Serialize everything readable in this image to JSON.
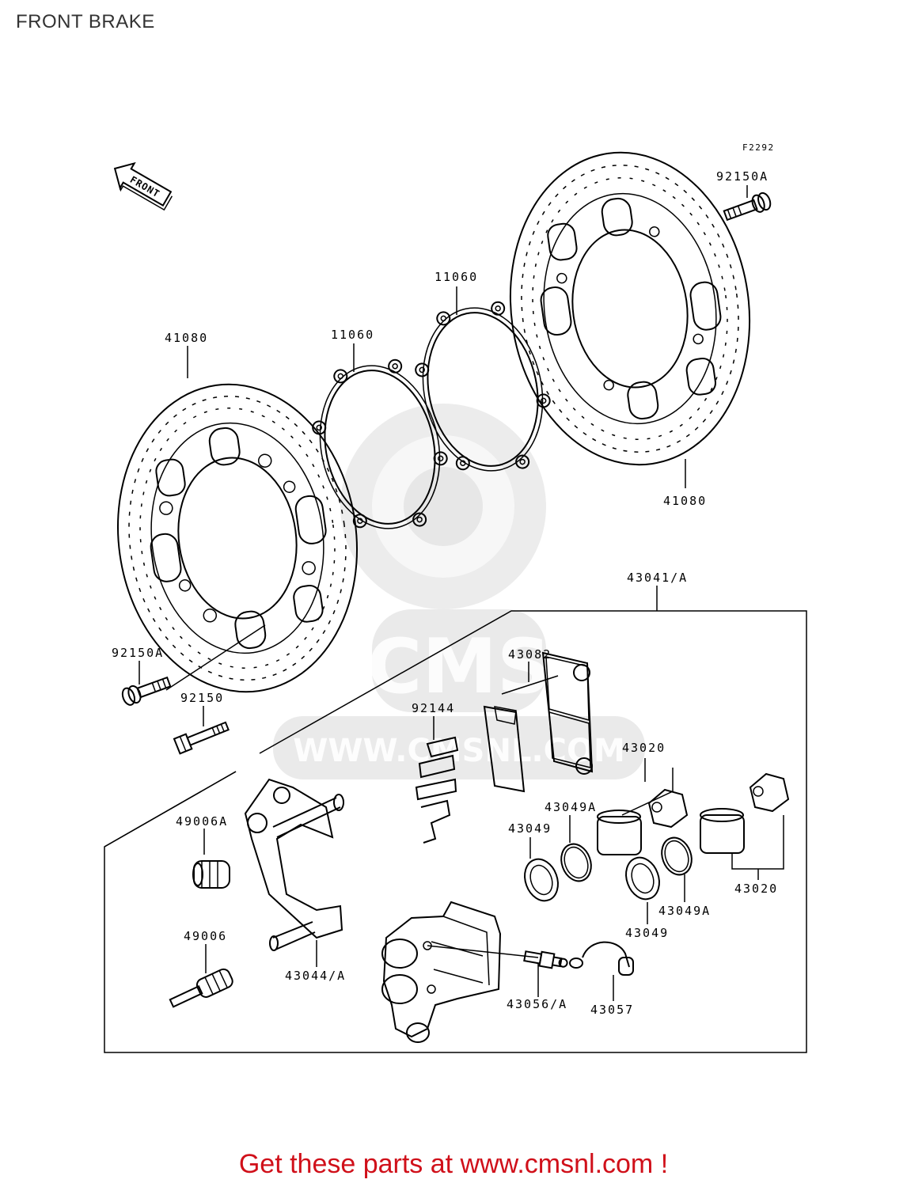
{
  "title": "FRONT BRAKE",
  "figure_code": "F2292",
  "front_arrow_text": "FRONT",
  "watermark": {
    "logo_text": "CMS",
    "url_text": "WWW.CMSNL.COM"
  },
  "parts": [
    {
      "id": "p-92150a-top",
      "number": "92150A"
    },
    {
      "id": "p-11060-right",
      "number": "11060"
    },
    {
      "id": "p-41080-left",
      "number": "41080"
    },
    {
      "id": "p-11060-left",
      "number": "11060"
    },
    {
      "id": "p-41080-right",
      "number": "41080"
    },
    {
      "id": "p-43041",
      "number": "43041/A"
    },
    {
      "id": "p-43082",
      "number": "43082"
    },
    {
      "id": "p-92150a-left",
      "number": "92150A"
    },
    {
      "id": "p-92150",
      "number": "92150"
    },
    {
      "id": "p-92144",
      "number": "92144"
    },
    {
      "id": "p-43020-top",
      "number": "43020"
    },
    {
      "id": "p-49006a",
      "number": "49006A"
    },
    {
      "id": "p-43049a-top",
      "number": "43049A"
    },
    {
      "id": "p-43049-top",
      "number": "43049"
    },
    {
      "id": "p-43020-right",
      "number": "43020"
    },
    {
      "id": "p-43049a-bottom",
      "number": "43049A"
    },
    {
      "id": "p-43049-bottom",
      "number": "43049"
    },
    {
      "id": "p-49006",
      "number": "49006"
    },
    {
      "id": "p-43044",
      "number": "43044/A"
    },
    {
      "id": "p-43056",
      "number": "43056/A"
    },
    {
      "id": "p-43057",
      "number": "43057"
    }
  ],
  "footer": "Get these parts at www.cmsnl.com !"
}
